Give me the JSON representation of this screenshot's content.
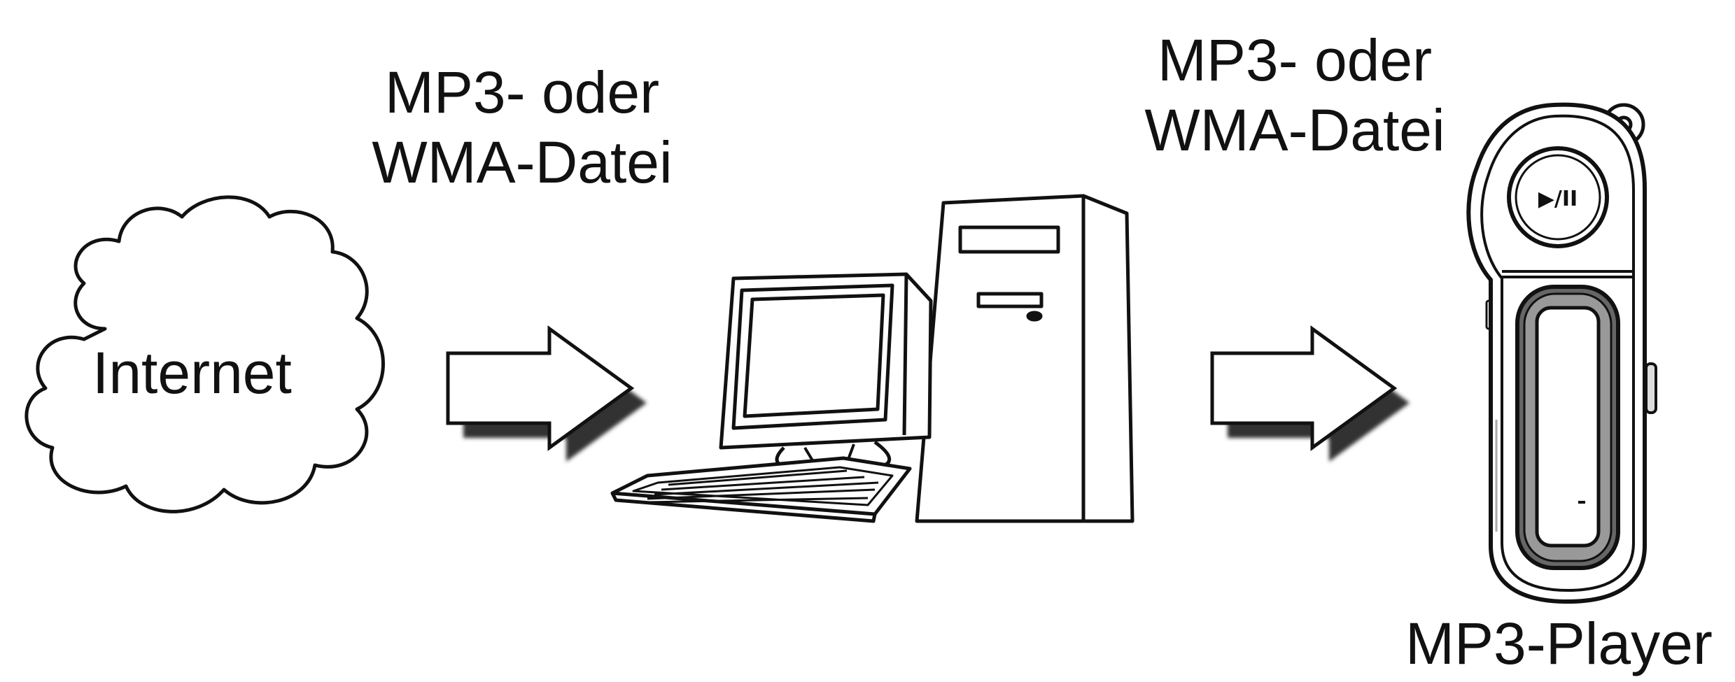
{
  "labels": {
    "left_line1": "MP3- oder",
    "left_line2": "WMA-Datei",
    "right_line1": "MP3- oder",
    "right_line2": "WMA-Datei",
    "internet": "Internet",
    "player": "MP3-Player"
  },
  "player_button": "▶/II",
  "icons": [
    "cloud-icon",
    "arrow-right-icon",
    "computer-icon",
    "monitor-icon",
    "keyboard-icon",
    "tower-icon",
    "mp3-player-icon"
  ],
  "colors": {
    "stroke": "#111111",
    "fill": "#ffffff",
    "shadow": "#333333",
    "display_frame": "#666666"
  }
}
